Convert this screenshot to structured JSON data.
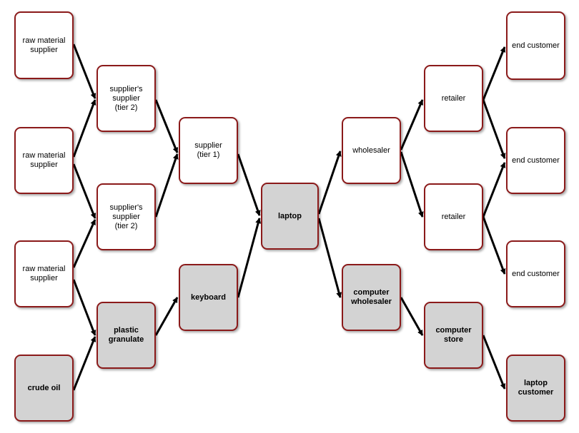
{
  "colors": {
    "border": "#8b1a1a",
    "highlight_fill": "#d3d3d3",
    "arrow": "#000000"
  },
  "nodes": {
    "raw1": "raw material\nsupplier",
    "raw2": "raw material\nsupplier",
    "raw3": "raw material\nsupplier",
    "crude": "crude oil",
    "ss1": "supplier's\nsupplier\n(tier 2)",
    "ss2": "supplier's\nsupplier\n(tier 2)",
    "plastic": "plastic\ngranulate",
    "sup1": "supplier\n(tier 1)",
    "keyboard": "keyboard",
    "laptop": "laptop",
    "wholesaler": "wholesaler",
    "compwh": "computer\nwholesaler",
    "retail1": "retailer",
    "retail2": "retailer",
    "store": "computer\nstore",
    "end1": "end customer",
    "end2": "end customer",
    "end3": "end customer",
    "lapcust": "laptop\ncustomer"
  }
}
